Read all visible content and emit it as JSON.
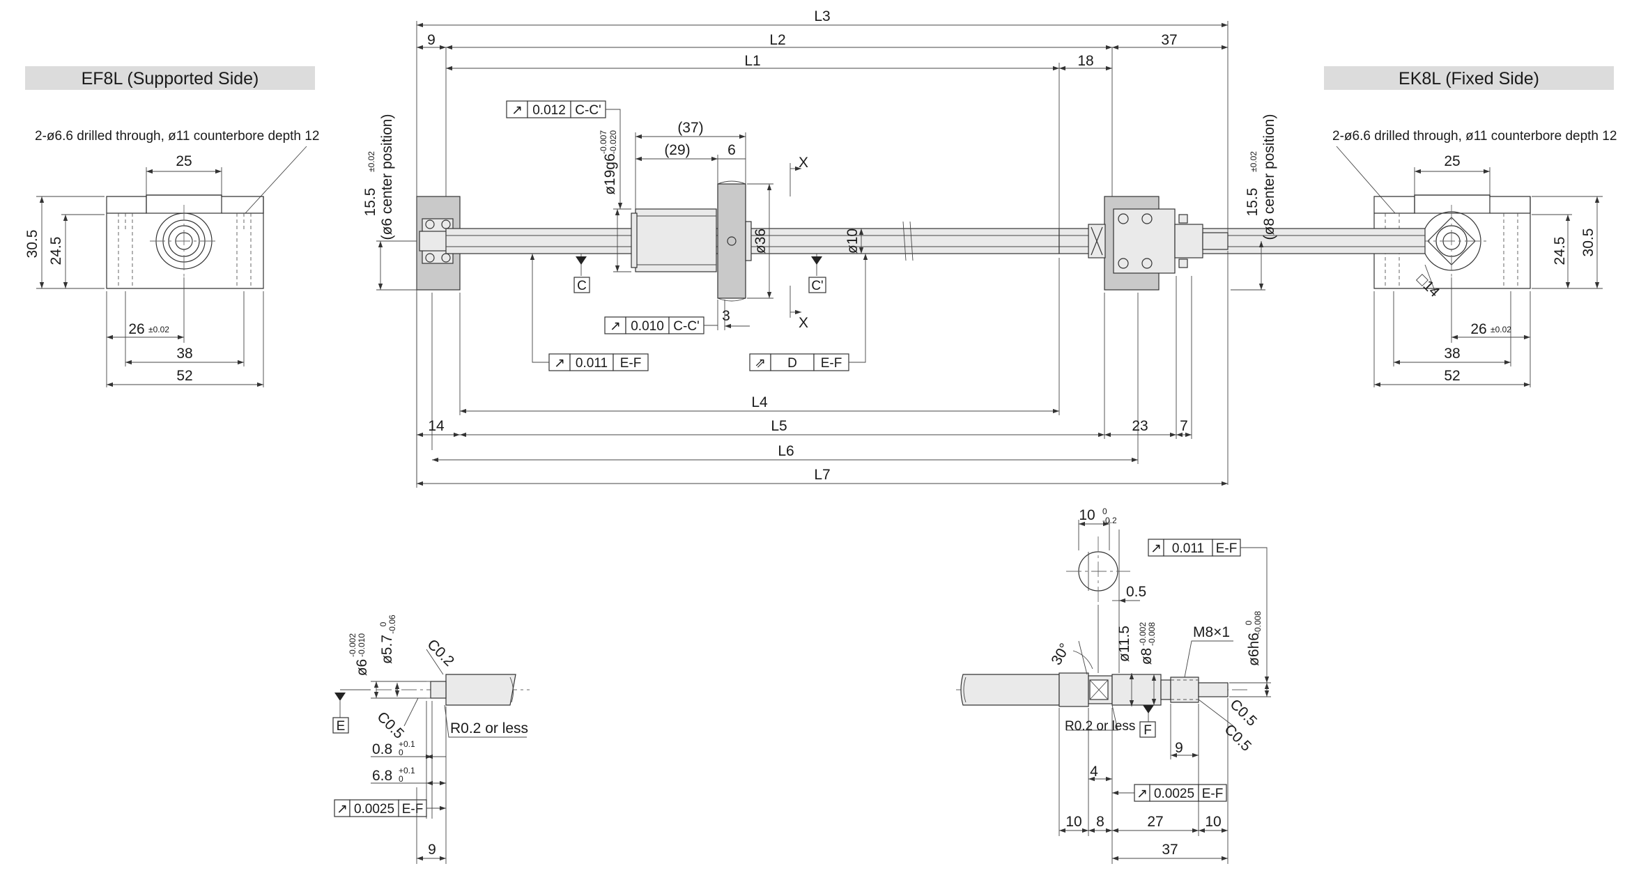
{
  "headers": {
    "left": "EF8L (Supported Side)",
    "right": "EK8L (Fixed Side)"
  },
  "support_left": {
    "hole_note": "2-ø6.6 drilled through, ø11 counterbore depth 12",
    "dim_25": "25",
    "dim_30_5": "30.5",
    "dim_24_5": "24.5",
    "dim_26": "26",
    "dim_26_tol": "±0.02",
    "dim_38": "38",
    "dim_52": "52"
  },
  "support_right": {
    "hole_note": "2-ø6.6 drilled through, ø11 counterbore depth 12",
    "dim_25": "25",
    "dim_24_5": "24.5",
    "dim_30_5": "30.5",
    "dim_14": "□14",
    "dim_26": "26",
    "dim_26_tol": "±0.02",
    "dim_38": "38",
    "dim_52": "52"
  },
  "main": {
    "L3": "L3",
    "L2": "L2",
    "L1": "L1",
    "d9": "9",
    "d37": "37",
    "d18": "18",
    "height_left": "15.5",
    "height_left_tol": "±0.02",
    "height_left_note": "(ø6 center position)",
    "height_right": "15.5",
    "height_right_tol": "±0.02",
    "height_right_note": "(ø8 center position)",
    "tol1_sym": "↗",
    "tol1_val": "0.012",
    "tol1_ref": "C-C'",
    "d19": "ø19g6",
    "d19_tol_top": "-0.007",
    "d19_tol_bot": "-0.020",
    "d_37p": "(37)",
    "d_29p": "(29)",
    "d6": "6",
    "d36": "ø36",
    "d10": "ø10",
    "d3": "3",
    "x_top": "X",
    "x_bot": "X",
    "datum_c": "C",
    "datum_c2": "C'",
    "tol2_sym": "↗",
    "tol2_val": "0.010",
    "tol2_ref": "C-C'",
    "tol3_sym": "↗",
    "tol3_val": "0.011",
    "tol3_ref": "E-F",
    "tol4_sym": "⇗",
    "tol4_val": "D",
    "tol4_ref": "E-F",
    "L4": "L4",
    "d14": "14",
    "L5": "L5",
    "d23": "23",
    "d7": "7",
    "L6": "L6",
    "L7": "L7"
  },
  "end_left": {
    "d6": "ø6",
    "d6_tol_top": "-0.002",
    "d6_tol_bot": "-0.010",
    "d5_7": "ø5.7",
    "d5_7_tol_top": "0",
    "d5_7_tol_bot": "-0.06",
    "c02": "C0.2",
    "c05": "C0.5",
    "datum_e": "E",
    "r02": "R0.2 or less",
    "d0_8": "0.8",
    "d0_8_tol_top": "+0.1",
    "d0_8_tol_bot": "0",
    "d6_8": "6.8",
    "d6_8_tol_top": "+0.1",
    "d6_8_tol_bot": "0",
    "tol_sym": "↗",
    "tol_val": "0.0025",
    "tol_ref": "E-F",
    "d9": "9"
  },
  "end_right": {
    "d10": "10",
    "d10_tol_top": "0",
    "d10_tol_bot": "-0.2",
    "tol_sym": "↗",
    "tol_val": "0.011",
    "tol_ref": "E-F",
    "d0_5": "0.5",
    "d11_5": "ø11.5",
    "d8": "ø8",
    "d8_tol_top": "-0.002",
    "d8_tol_bot": "-0.008",
    "m8": "M8×1",
    "d6h6": "ø6h6",
    "d6h6_tol_top": "0",
    "d6h6_tol_bot": "-0.008",
    "a30": "30°",
    "r02": "R0.2 or less",
    "datum_f": "F",
    "c05a": "C0.5",
    "c05b": "C0.5",
    "d9": "9",
    "d4": "4",
    "tol2_sym": "↗",
    "tol2_val": "0.0025",
    "tol2_ref": "E-F",
    "d10b": "10",
    "d8b": "8",
    "d27": "27",
    "d10c": "10",
    "d37": "37"
  }
}
